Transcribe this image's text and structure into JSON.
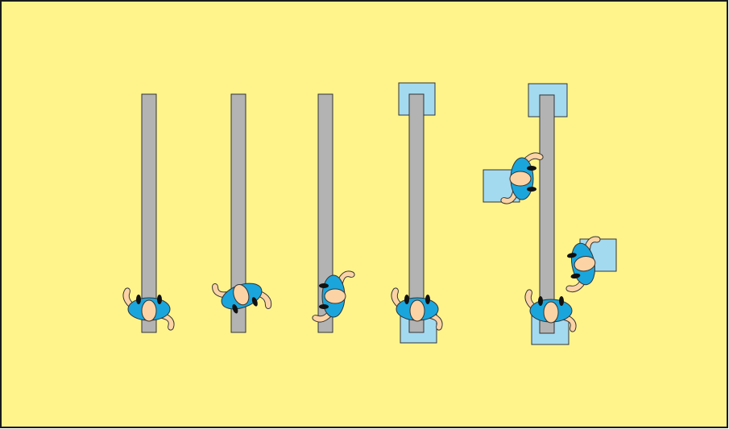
{
  "figure": {
    "background_color": "#fff48c",
    "border_color": "#1a1a1a",
    "pole_fill": "#b3b3b3",
    "mat_fill": "#a4daf0",
    "shirt_fill": "#1aa6dc",
    "skin_fill": "#fcd3a5",
    "hair_fill": "#111111",
    "line_color": "#333333"
  },
  "stations": [
    {
      "id": "station-1",
      "poles": 1,
      "mats": 0,
      "people": 1,
      "pose": "facing-up"
    },
    {
      "id": "station-2",
      "poles": 1,
      "mats": 0,
      "people": 1,
      "pose": "twisted-left"
    },
    {
      "id": "station-3",
      "poles": 1,
      "mats": 0,
      "people": 1,
      "pose": "lying-sideways"
    },
    {
      "id": "station-4",
      "poles": 1,
      "mats": 2,
      "people": 1,
      "pose": "facing-up-on-mat"
    },
    {
      "id": "station-5",
      "poles": 1,
      "mats": 4,
      "people": 3,
      "pose": "three-positions"
    }
  ]
}
